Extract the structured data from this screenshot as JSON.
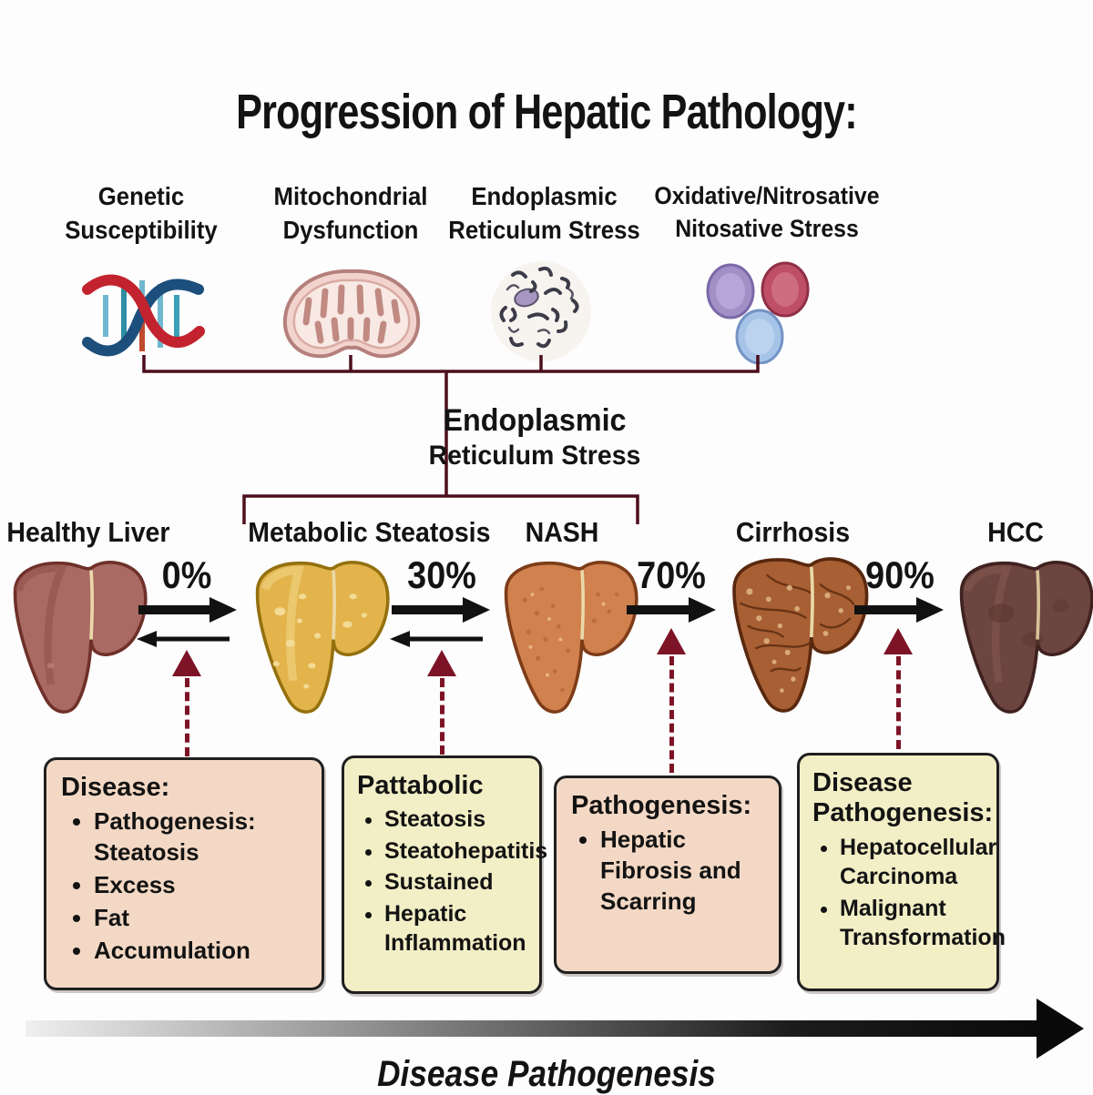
{
  "title": "Progression of Hepatic Pathology:",
  "factors": [
    {
      "line1": "Genetic",
      "line2": "Susceptibility",
      "icon": "dna-icon"
    },
    {
      "line1": "Mitochondrial",
      "line2": "Dysfunction",
      "icon": "mitochondria-icon"
    },
    {
      "line1": "Endoplasmic",
      "line2": "Reticulum Stress",
      "icon": "endoplasmic-reticulum-icon"
    },
    {
      "line1": "Oxidative/Nitrosative",
      "line2": "Nitosative Stress",
      "icon": "stressed-cells-icon"
    }
  ],
  "converging_label": {
    "line1": "Endoplasmic",
    "line2": "Reticulum Stress"
  },
  "stages": [
    {
      "name": "Healthy Liver",
      "liver_color": "#a96a63"
    },
    {
      "name": "Metabolic Steatosis",
      "liver_color": "#e2b44b"
    },
    {
      "name": "NASH",
      "liver_color": "#d0814e"
    },
    {
      "name": "Cirrhosis",
      "liver_color": "#a85f33"
    },
    {
      "name": "HCC",
      "liver_color": "#6d4540"
    }
  ],
  "transitions": [
    {
      "percent": "0%",
      "bidirectional": true
    },
    {
      "percent": "30%",
      "bidirectional": true
    },
    {
      "percent": "70%",
      "bidirectional": false
    },
    {
      "percent": "90%",
      "bidirectional": false
    }
  ],
  "info_boxes": [
    {
      "title": "Disease:",
      "bullets": [
        "Pathogenesis: Steatosis",
        "Excess",
        "Fat",
        "Accumulation"
      ],
      "color": "#f3d9c5"
    },
    {
      "title": "Pattabolic",
      "bullets": [
        "Steatosis",
        "Steatohepatitis",
        "Sustained",
        "Hepatic Inflammation"
      ],
      "color": "#f2eec6"
    },
    {
      "title": "Pathogenesis:",
      "bullets": [
        "Hepatic Fibrosis and Scarring"
      ],
      "color": "#f3d9c5"
    },
    {
      "title": "Disease Pathogenesis:",
      "bullets": [
        "Hepatocellular Carcinoma",
        "Malignant Transformation"
      ],
      "color": "#f2eec6"
    }
  ],
  "bottom_axis": {
    "label": "Disease Pathogenesis"
  },
  "colors": {
    "connector": "#4d0e1c",
    "dashed_arrow": "#7d1326",
    "progression_arrow": "#111111",
    "box_border": "#1f1f1f",
    "box_pink": "#f3d9c5",
    "box_yellow": "#f2eec6"
  }
}
